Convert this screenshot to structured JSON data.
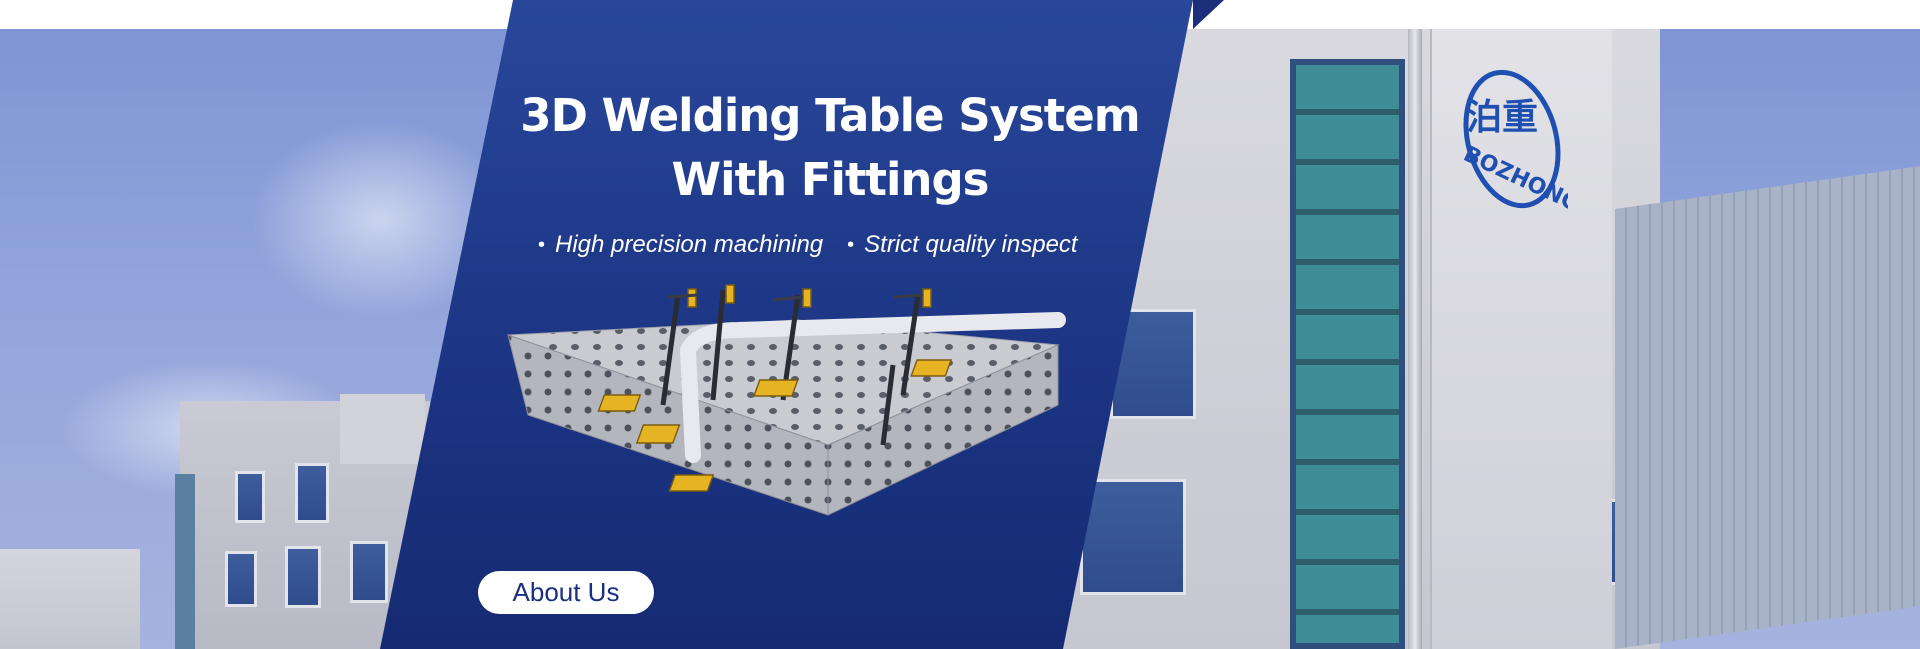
{
  "banner": {
    "headline_line1": "3D Welding Table System",
    "headline_line2": "With Fittings",
    "features": [
      "High precision machining",
      "Strict quality inspect"
    ],
    "cta_label": "About Us",
    "brand_logo_text": "BOZHONG",
    "brand_logo_chinese": "泊重",
    "colors": {
      "panel_blue": "#1c3584",
      "sky": "#8b9fd8",
      "accent_yellow": "#e6b422",
      "logo_blue": "#1f4fb0"
    }
  }
}
